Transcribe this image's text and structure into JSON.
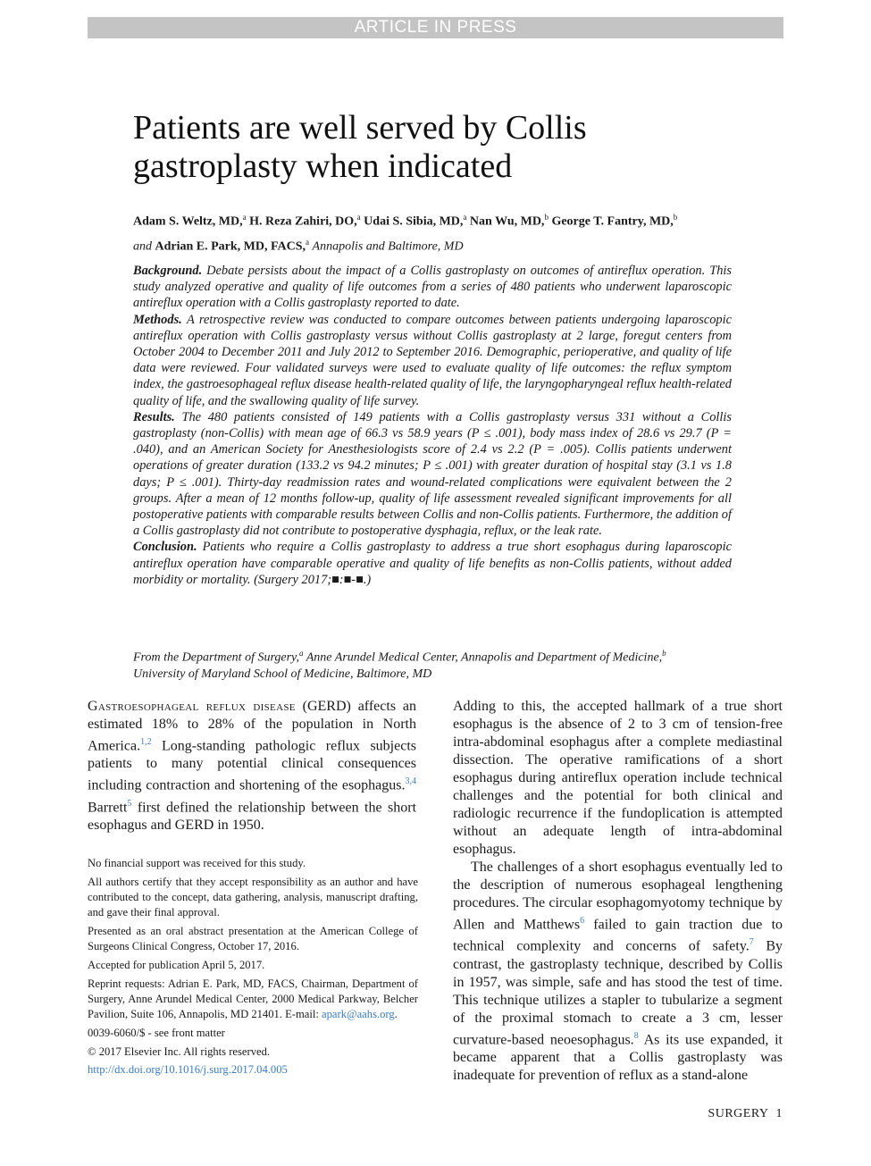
{
  "banner": "ARTICLE IN PRESS",
  "title": "Patients are well served by Collis gastroplasty when indicated",
  "authors": {
    "a1": "Adam S. Weltz, MD,",
    "a1_sup": "a",
    "a2": "H. Reza Zahiri, DO,",
    "a2_sup": "a",
    "a3": "Udai S. Sibia, MD,",
    "a3_sup": "a",
    "a4": "Nan Wu, MD,",
    "a4_sup": "b",
    "a5": "George T. Fantry, MD,",
    "a5_sup": "b",
    "and": "and",
    "a6": "Adrian E. Park, MD, FACS,",
    "a6_sup": "a",
    "location": "Annapolis and Baltimore, MD"
  },
  "abstract": {
    "background_label": "Background.",
    "background": "Debate persists about the impact of a Collis gastroplasty on outcomes of antireflux operation. This study analyzed operative and quality of life outcomes from a series of 480 patients who underwent laparoscopic antireflux operation with a Collis gastroplasty reported to date.",
    "methods_label": "Methods.",
    "methods": "A retrospective review was conducted to compare outcomes between patients undergoing laparoscopic antireflux operation with Collis gastroplasty versus without Collis gastroplasty at 2 large, foregut centers from October 2004 to December 2011 and July 2012 to September 2016. Demographic, perioperative, and quality of life data were reviewed. Four validated surveys were used to evaluate quality of life outcomes: the reflux symptom index, the gastroesophageal reflux disease health-related quality of life, the laryngopharyngeal reflux health-related quality of life, and the swallowing quality of life survey.",
    "results_label": "Results.",
    "results": "The 480 patients consisted of 149 patients with a Collis gastroplasty versus 331 without a Collis gastroplasty (non-Collis) with mean age of 66.3 vs 58.9 years (P ≤ .001), body mass index of 28.6 vs 29.7 (P = .040), and an American Society for Anesthesiologists score of 2.4 vs 2.2 (P = .005). Collis patients underwent operations of greater duration (133.2 vs 94.2 minutes; P ≤ .001) with greater duration of hospital stay (3.1 vs 1.8 days; P ≤ .001). Thirty-day readmission rates and wound-related complications were equivalent between the 2 groups. After a mean of 12 months follow-up, quality of life assessment revealed significant improvements for all postoperative patients with comparable results between Collis and non-Collis patients. Furthermore, the addition of a Collis gastroplasty did not contribute to postoperative dysphagia, reflux, or the leak rate.",
    "conclusion_label": "Conclusion.",
    "conclusion": "Patients who require a Collis gastroplasty to address a true short esophagus during laparoscopic antireflux operation have comparable operative and quality of life benefits as non-Collis patients, without added morbidity or mortality. (Surgery 2017;■:■-■.)"
  },
  "affiliation": {
    "part1": "From the Department of Surgery,",
    "sup_a": "a",
    "part2": "Anne Arundel Medical Center, Annapolis and Department of Medicine,",
    "sup_b": "b",
    "part3": "University of Maryland School of Medicine, Baltimore, MD"
  },
  "body_left": {
    "lead": "Gastroesophageal reflux disease",
    "t1": "(GERD) affects an estimated 18% to 28% of the population in North America.",
    "ref1": "1,2",
    "t2": "Long-standing pathologic reflux subjects patients to many potential clinical consequences including contraction and shortening of the esophagus.",
    "ref2": "3,4",
    "t3": "Barrett",
    "ref3": "5",
    "t4": "first defined the relationship between the short esophagus and GERD in 1950."
  },
  "notes": {
    "funding": "No financial support was received for this study.",
    "certify": "All authors certify that they accept responsibility as an author and have contributed to the concept, data gathering, analysis, manuscript drafting, and gave their final approval.",
    "presented": "Presented as an oral abstract presentation at the American College of Surgeons Clinical Congress, October 17, 2016.",
    "accepted": "Accepted for publication April 5, 2017.",
    "reprint": "Reprint requests: Adrian E. Park, MD, FACS, Chairman, Department of Surgery, Anne Arundel Medical Center, 2000 Medical Parkway, Belcher Pavilion, Suite 106, Annapolis, MD 21401. E-mail:",
    "email": "apark@aahs.org",
    "issn": "0039-6060/$ - see front matter",
    "copyright": "© 2017 Elsevier Inc. All rights reserved.",
    "doi": "http://dx.doi.org/10.1016/j.surg.2017.04.005"
  },
  "body_right": {
    "p1": "Adding to this, the accepted hallmark of a true short esophagus is the absence of 2 to 3 cm of tension-free intra-abdominal esophagus after a complete mediastinal dissection. The operative ramifications of a short esophagus during antireflux operation include technical challenges and the potential for both clinical and radiologic recurrence if the fundoplication is attempted without an adequate length of intra-abdominal esophagus.",
    "p2a": "The challenges of a short esophagus eventually led to the description of numerous esophageal lengthening procedures. The circular esophagomyotomy technique by Allen and Matthews",
    "ref6": "6",
    "p2b": "failed to gain traction due to technical complexity and concerns of safety.",
    "ref7": "7",
    "p2c": "By contrast, the gastroplasty technique, described by Collis in 1957, was simple, safe and has stood the test of time. This technique utilizes a stapler to tubularize a segment of the proximal stomach to create a 3 cm, lesser curvature-based neoesophagus.",
    "ref8": "8",
    "p2d": "As its use expanded, it became apparent that a Collis gastroplasty was inadequate for prevention of reflux as a stand-alone"
  },
  "footer": {
    "journal": "SURGERY",
    "page": "1"
  }
}
